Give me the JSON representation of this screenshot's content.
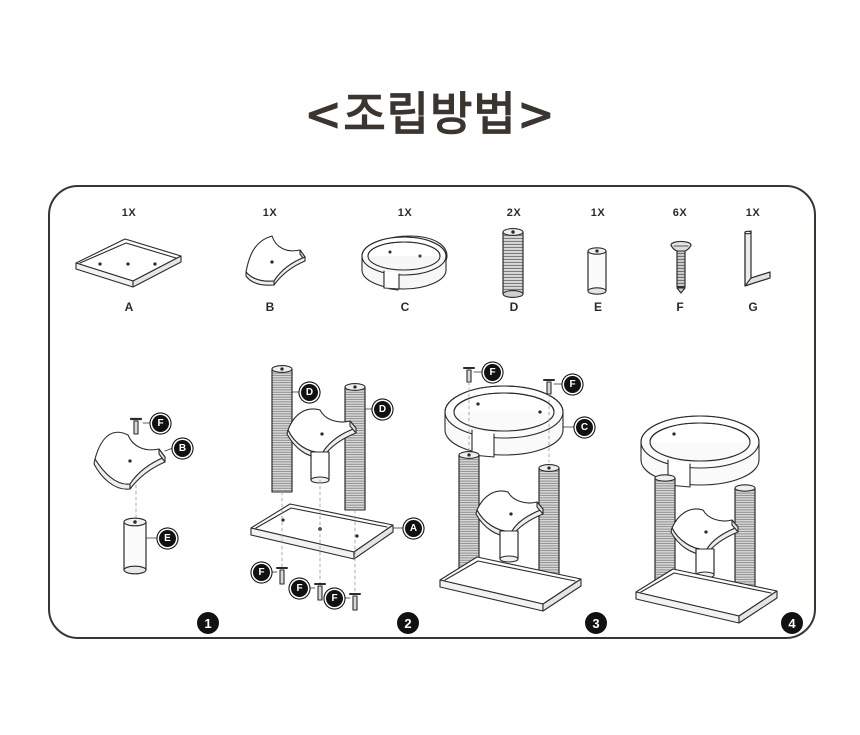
{
  "page": {
    "title": "<조립방법>",
    "background": "#ffffff",
    "ink": "#2b2b2b",
    "title_color": "#3b3530",
    "badge_color": "#111111"
  },
  "panel": {
    "border_color": "#3b3530",
    "corner_radius": "30px"
  },
  "parts": [
    {
      "id": "A",
      "qty": "1X",
      "letter": "A",
      "icon": "flat-board-icon",
      "name": "base-board"
    },
    {
      "id": "B",
      "qty": "1X",
      "letter": "B",
      "icon": "curved-seat-icon",
      "name": "curved-seat"
    },
    {
      "id": "C",
      "qty": "1X",
      "letter": "C",
      "icon": "ring-hoop-icon",
      "name": "ring-hoop"
    },
    {
      "id": "D",
      "qty": "2X",
      "letter": "D",
      "icon": "sisal-post-icon",
      "name": "sisal-post"
    },
    {
      "id": "E",
      "qty": "1X",
      "letter": "E",
      "icon": "short-post-icon",
      "name": "short-post"
    },
    {
      "id": "F",
      "qty": "6X",
      "letter": "F",
      "icon": "screw-icon",
      "name": "screw"
    },
    {
      "id": "G",
      "qty": "1X",
      "letter": "G",
      "icon": "allen-key-icon",
      "name": "allen-key"
    }
  ],
  "steps": [
    {
      "number": "1",
      "callouts": [
        "F",
        "B",
        "E"
      ]
    },
    {
      "number": "2",
      "callouts": [
        "D",
        "D",
        "A",
        "F",
        "F",
        "F"
      ]
    },
    {
      "number": "3",
      "callouts": [
        "F",
        "F",
        "C"
      ]
    },
    {
      "number": "4",
      "callouts": []
    }
  ],
  "callout_labels": {
    "s1_f": "F",
    "s1_b": "B",
    "s1_e": "E",
    "s2_d1": "D",
    "s2_d2": "D",
    "s2_a": "A",
    "s2_f1": "F",
    "s2_f2": "F",
    "s2_f3": "F",
    "s3_f1": "F",
    "s3_f2": "F",
    "s3_c": "C"
  }
}
